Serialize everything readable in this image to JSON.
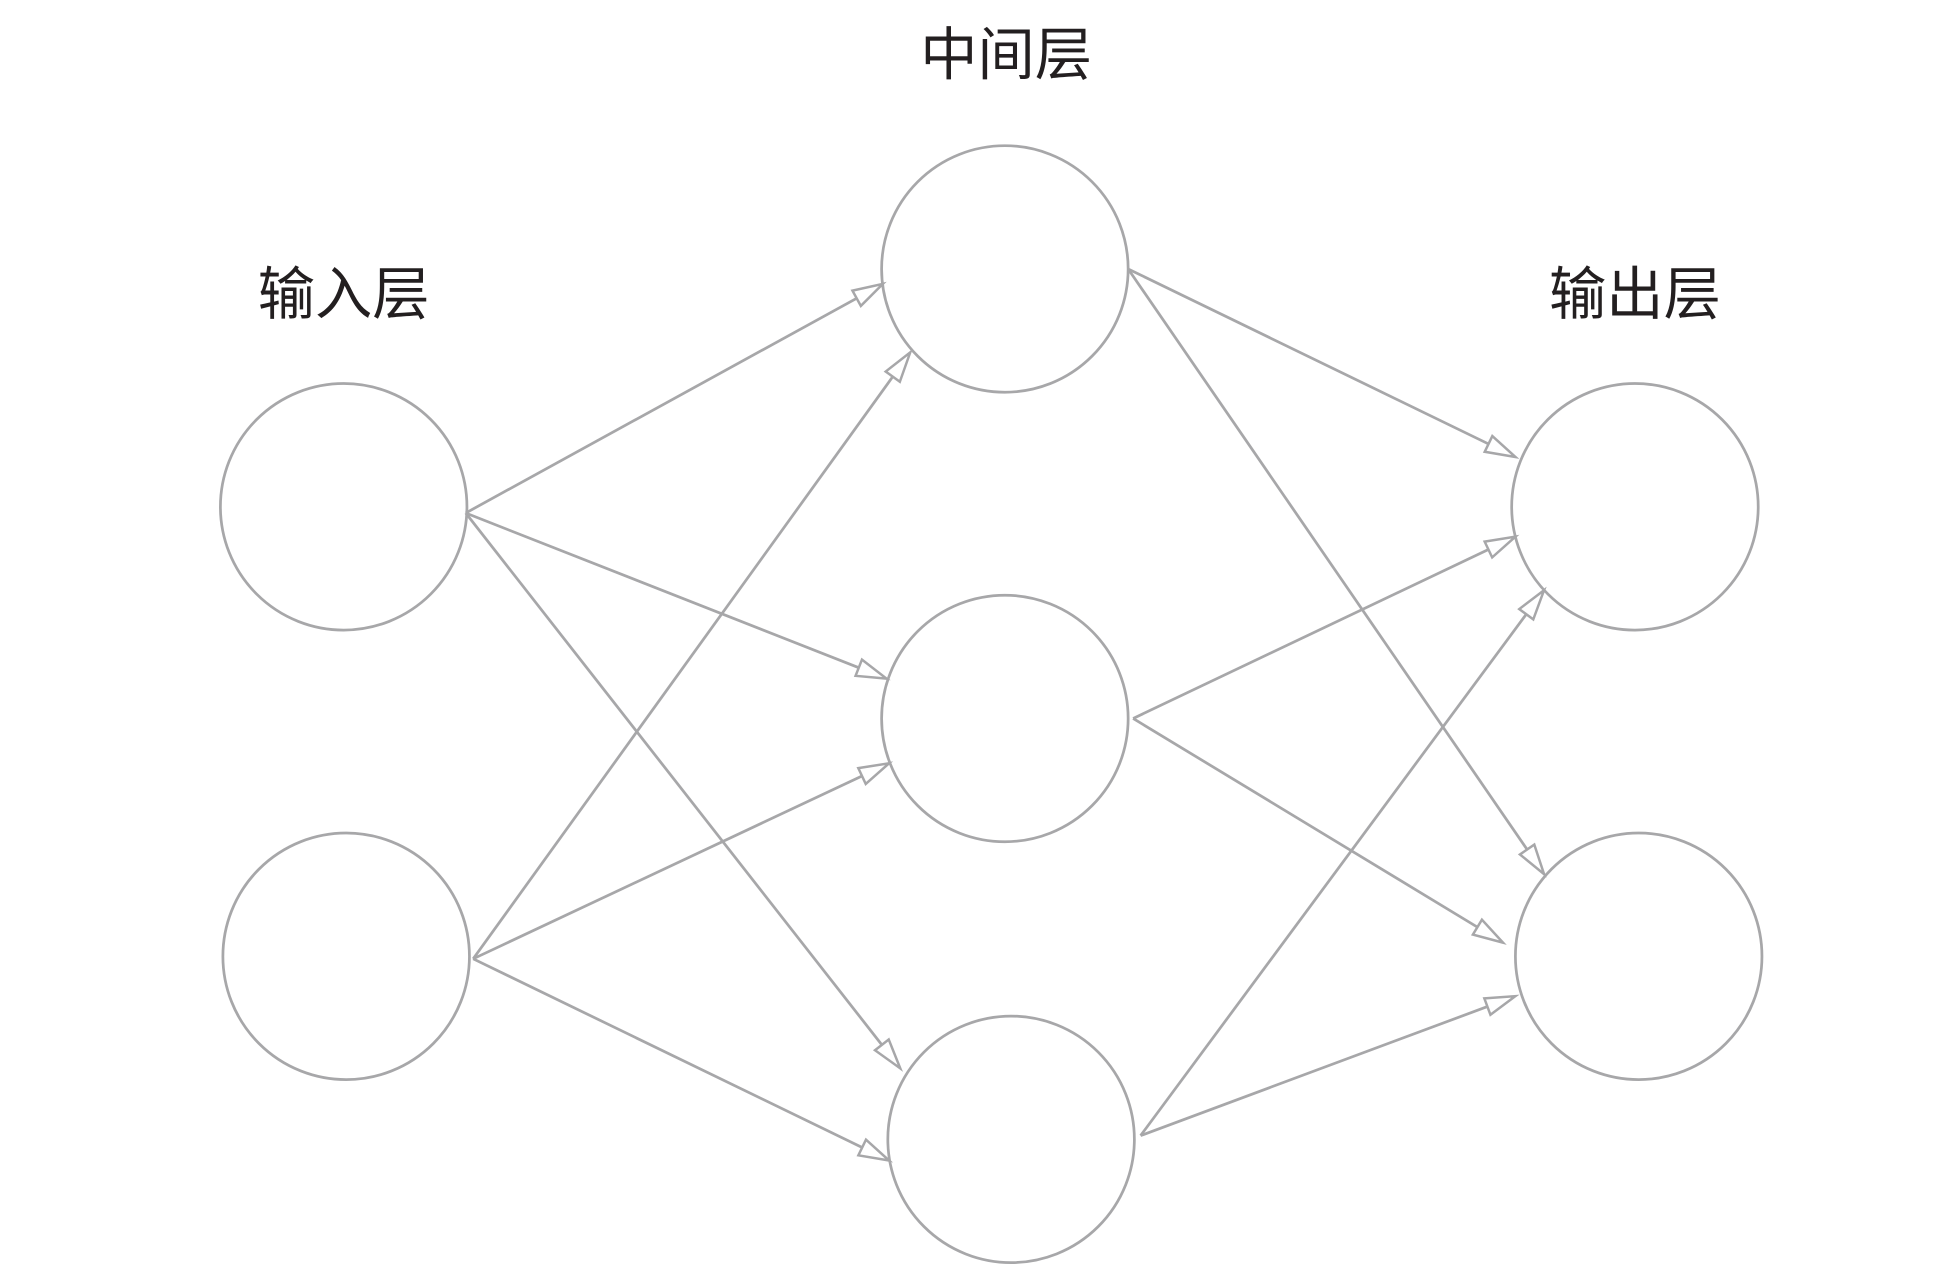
{
  "layers": [
    {
      "label": "输入层",
      "nodes": 2
    },
    {
      "label": "中间层",
      "nodes": 3
    },
    {
      "label": "输出层",
      "nodes": 2
    }
  ],
  "colors": {
    "line": "#a7a7a9",
    "text": "#231f20",
    "background": "#ffffff"
  }
}
